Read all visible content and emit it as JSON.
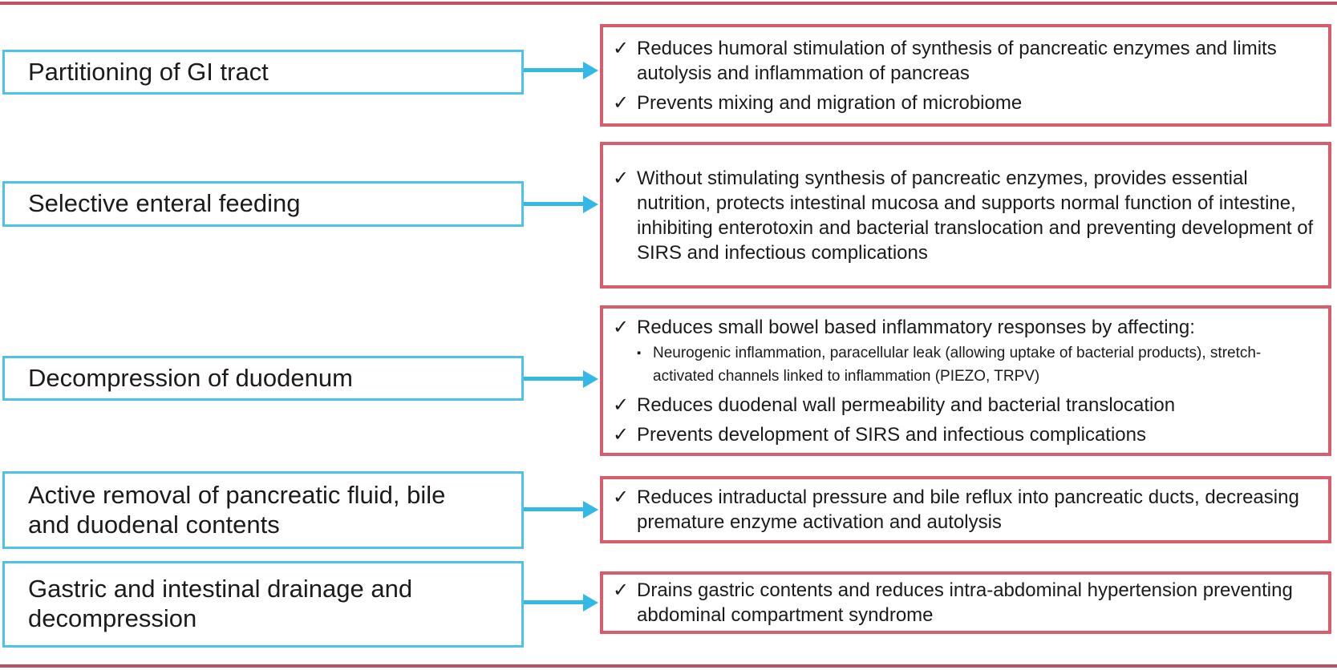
{
  "colors": {
    "cyan_box_border": "#4ec3ea",
    "arrow": "#33b8e8",
    "red_box_border": "#d85c6b",
    "frame_line": "#bf4e61",
    "text": "#1b1b1b",
    "background": "#ffffff"
  },
  "icons": {
    "check": "✓",
    "sub_bullet": "▪"
  },
  "rows": [
    {
      "label": "Partitioning of GI tract",
      "items": [
        {
          "text": "Reduces humoral stimulation of synthesis of pancreatic enzymes and limits autolysis and inflammation of pancreas"
        },
        {
          "text": "Prevents mixing and migration of microbiome"
        }
      ]
    },
    {
      "label": "Selective enteral feeding",
      "items": [
        {
          "text": "Without stimulating synthesis of pancreatic enzymes, provides essential nutrition, protects intestinal mucosa and supports normal function of intestine, inhibiting enterotoxin and bacterial translocation and preventing development of SIRS and infectious complications"
        }
      ]
    },
    {
      "label": "Decompression of duodenum",
      "items": [
        {
          "text": "Reduces small bowel based inflammatory responses by affecting:",
          "sub": [
            "Neurogenic inflammation, paracellular leak (allowing uptake of bacterial products), stretch-activated channels linked to inflammation (PIEZO, TRPV)"
          ]
        },
        {
          "text": "Reduces duodenal wall permeability and bacterial translocation"
        },
        {
          "text": "Prevents development of SIRS and infectious complications"
        }
      ]
    },
    {
      "label": "Active removal of pancreatic fluid, bile and duodenal contents",
      "items": [
        {
          "text": "Reduces intraductal pressure and bile reflux into pancreatic ducts, decreasing premature enzyme activation and autolysis"
        }
      ]
    },
    {
      "label": "Gastric and intestinal drainage and decompression",
      "items": [
        {
          "text": "Drains gastric contents and reduces intra-abdominal hypertension preventing abdominal compartment syndrome"
        }
      ]
    }
  ]
}
